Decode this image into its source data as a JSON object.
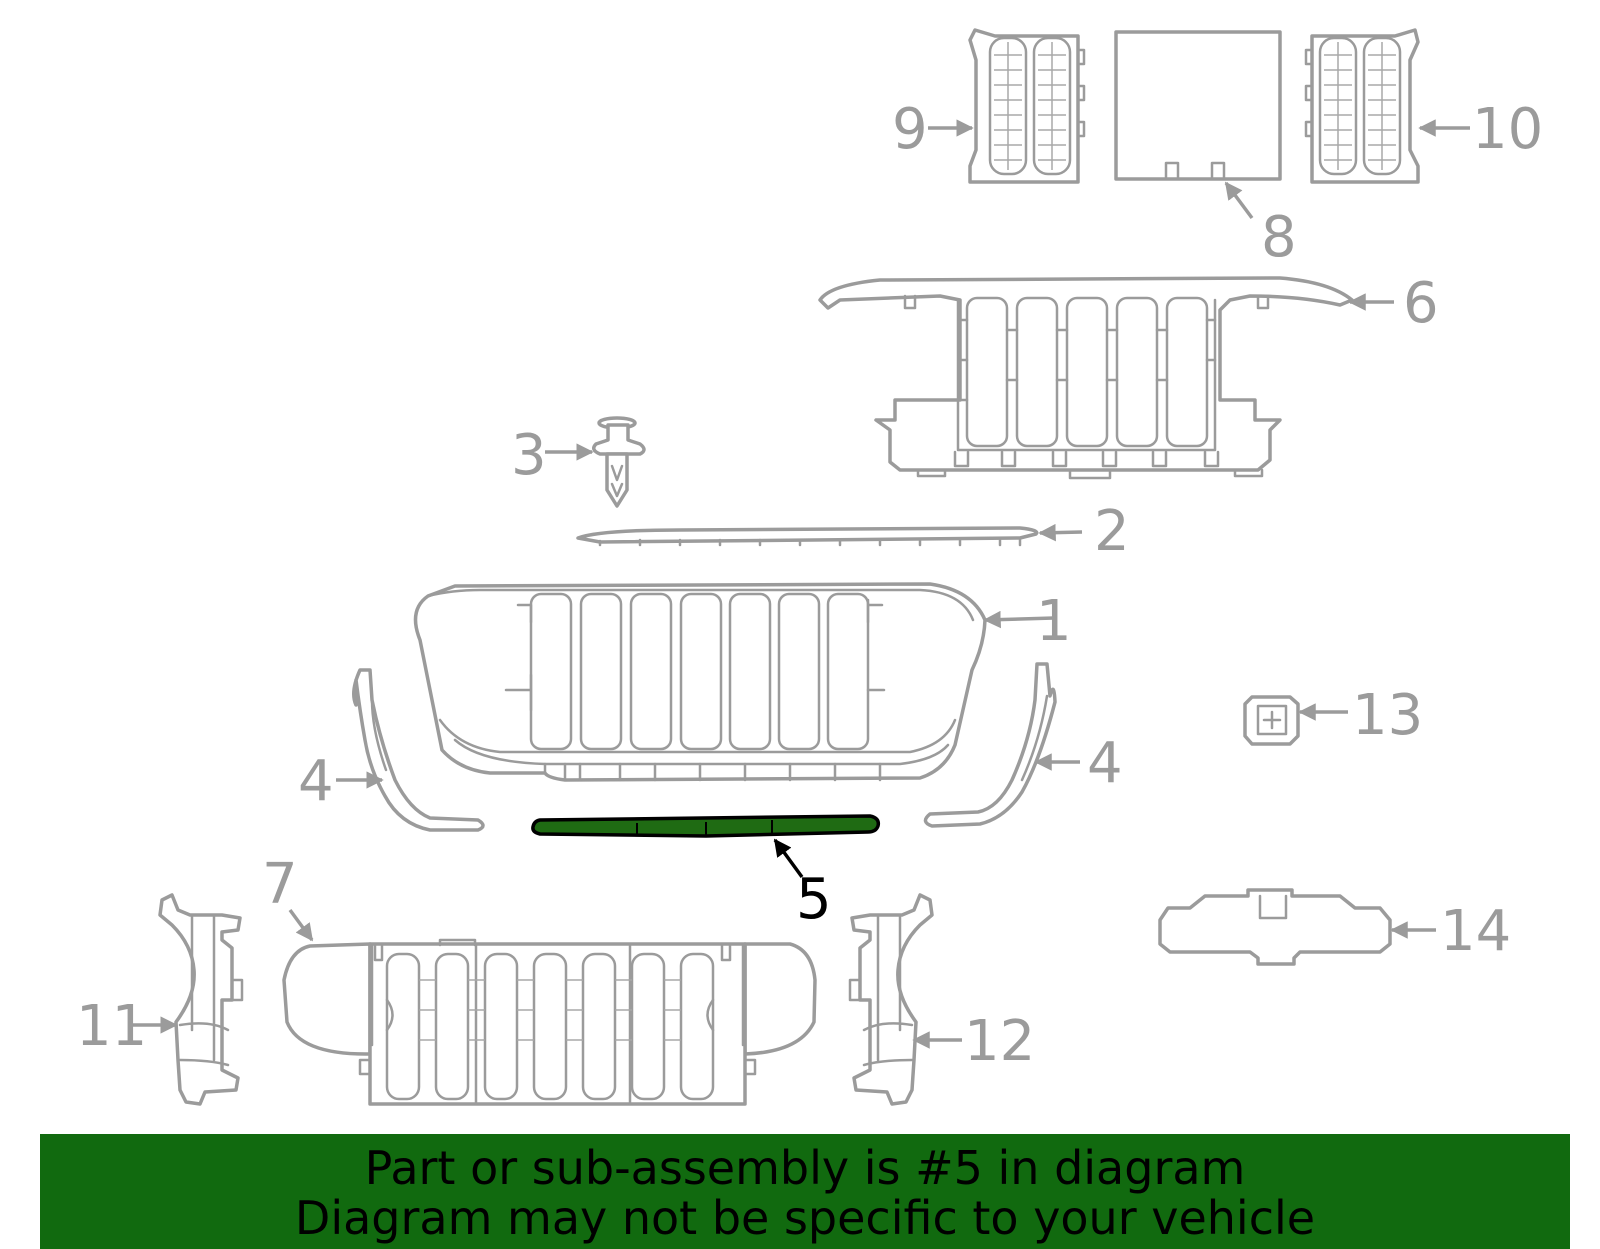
{
  "banner": {
    "line1": "Part or sub-assembly is #5 in diagram",
    "line2": "Diagram may not be specific to your vehicle"
  },
  "highlighted_part": "5",
  "colors": {
    "highlight_fill": "#1f6b13",
    "banner_bg": "#116a0f",
    "part_stroke": "#9b9b9b"
  },
  "callouts": {
    "c1": "1",
    "c2": "2",
    "c3": "3",
    "c4_left": "4",
    "c4_right": "4",
    "c5": "5",
    "c6": "6",
    "c7": "7",
    "c8": "8",
    "c9": "9",
    "c10": "10",
    "c11": "11",
    "c12": "12",
    "c13": "13",
    "c14": "14"
  }
}
